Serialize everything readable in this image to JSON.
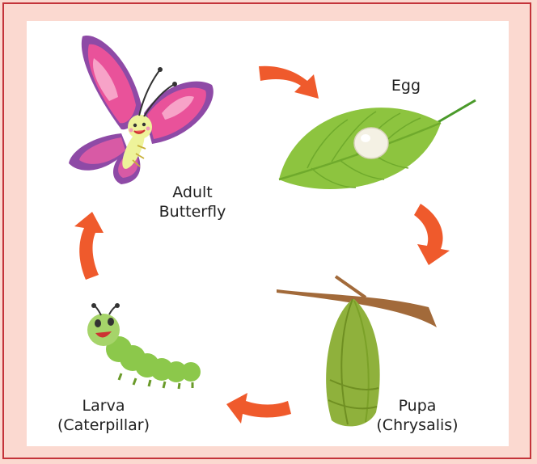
{
  "stages": {
    "adult": {
      "line1": "Adult",
      "line2": "Butterfly"
    },
    "egg": {
      "line1": "Egg"
    },
    "pupa": {
      "line1": "Pupa",
      "line2": "(Chrysalis)"
    },
    "larva": {
      "line1": "Larva",
      "line2": "(Caterpillar)"
    }
  },
  "colors": {
    "frame_border": "#c4343a",
    "frame_fill": "#fbd9d0",
    "arrow": "#ef5a2c",
    "leaf": "#8dc43f",
    "butterfly_wing": "#e9529a",
    "caterpillar": "#8cc84b",
    "chrysalis": "#8fb13c"
  }
}
